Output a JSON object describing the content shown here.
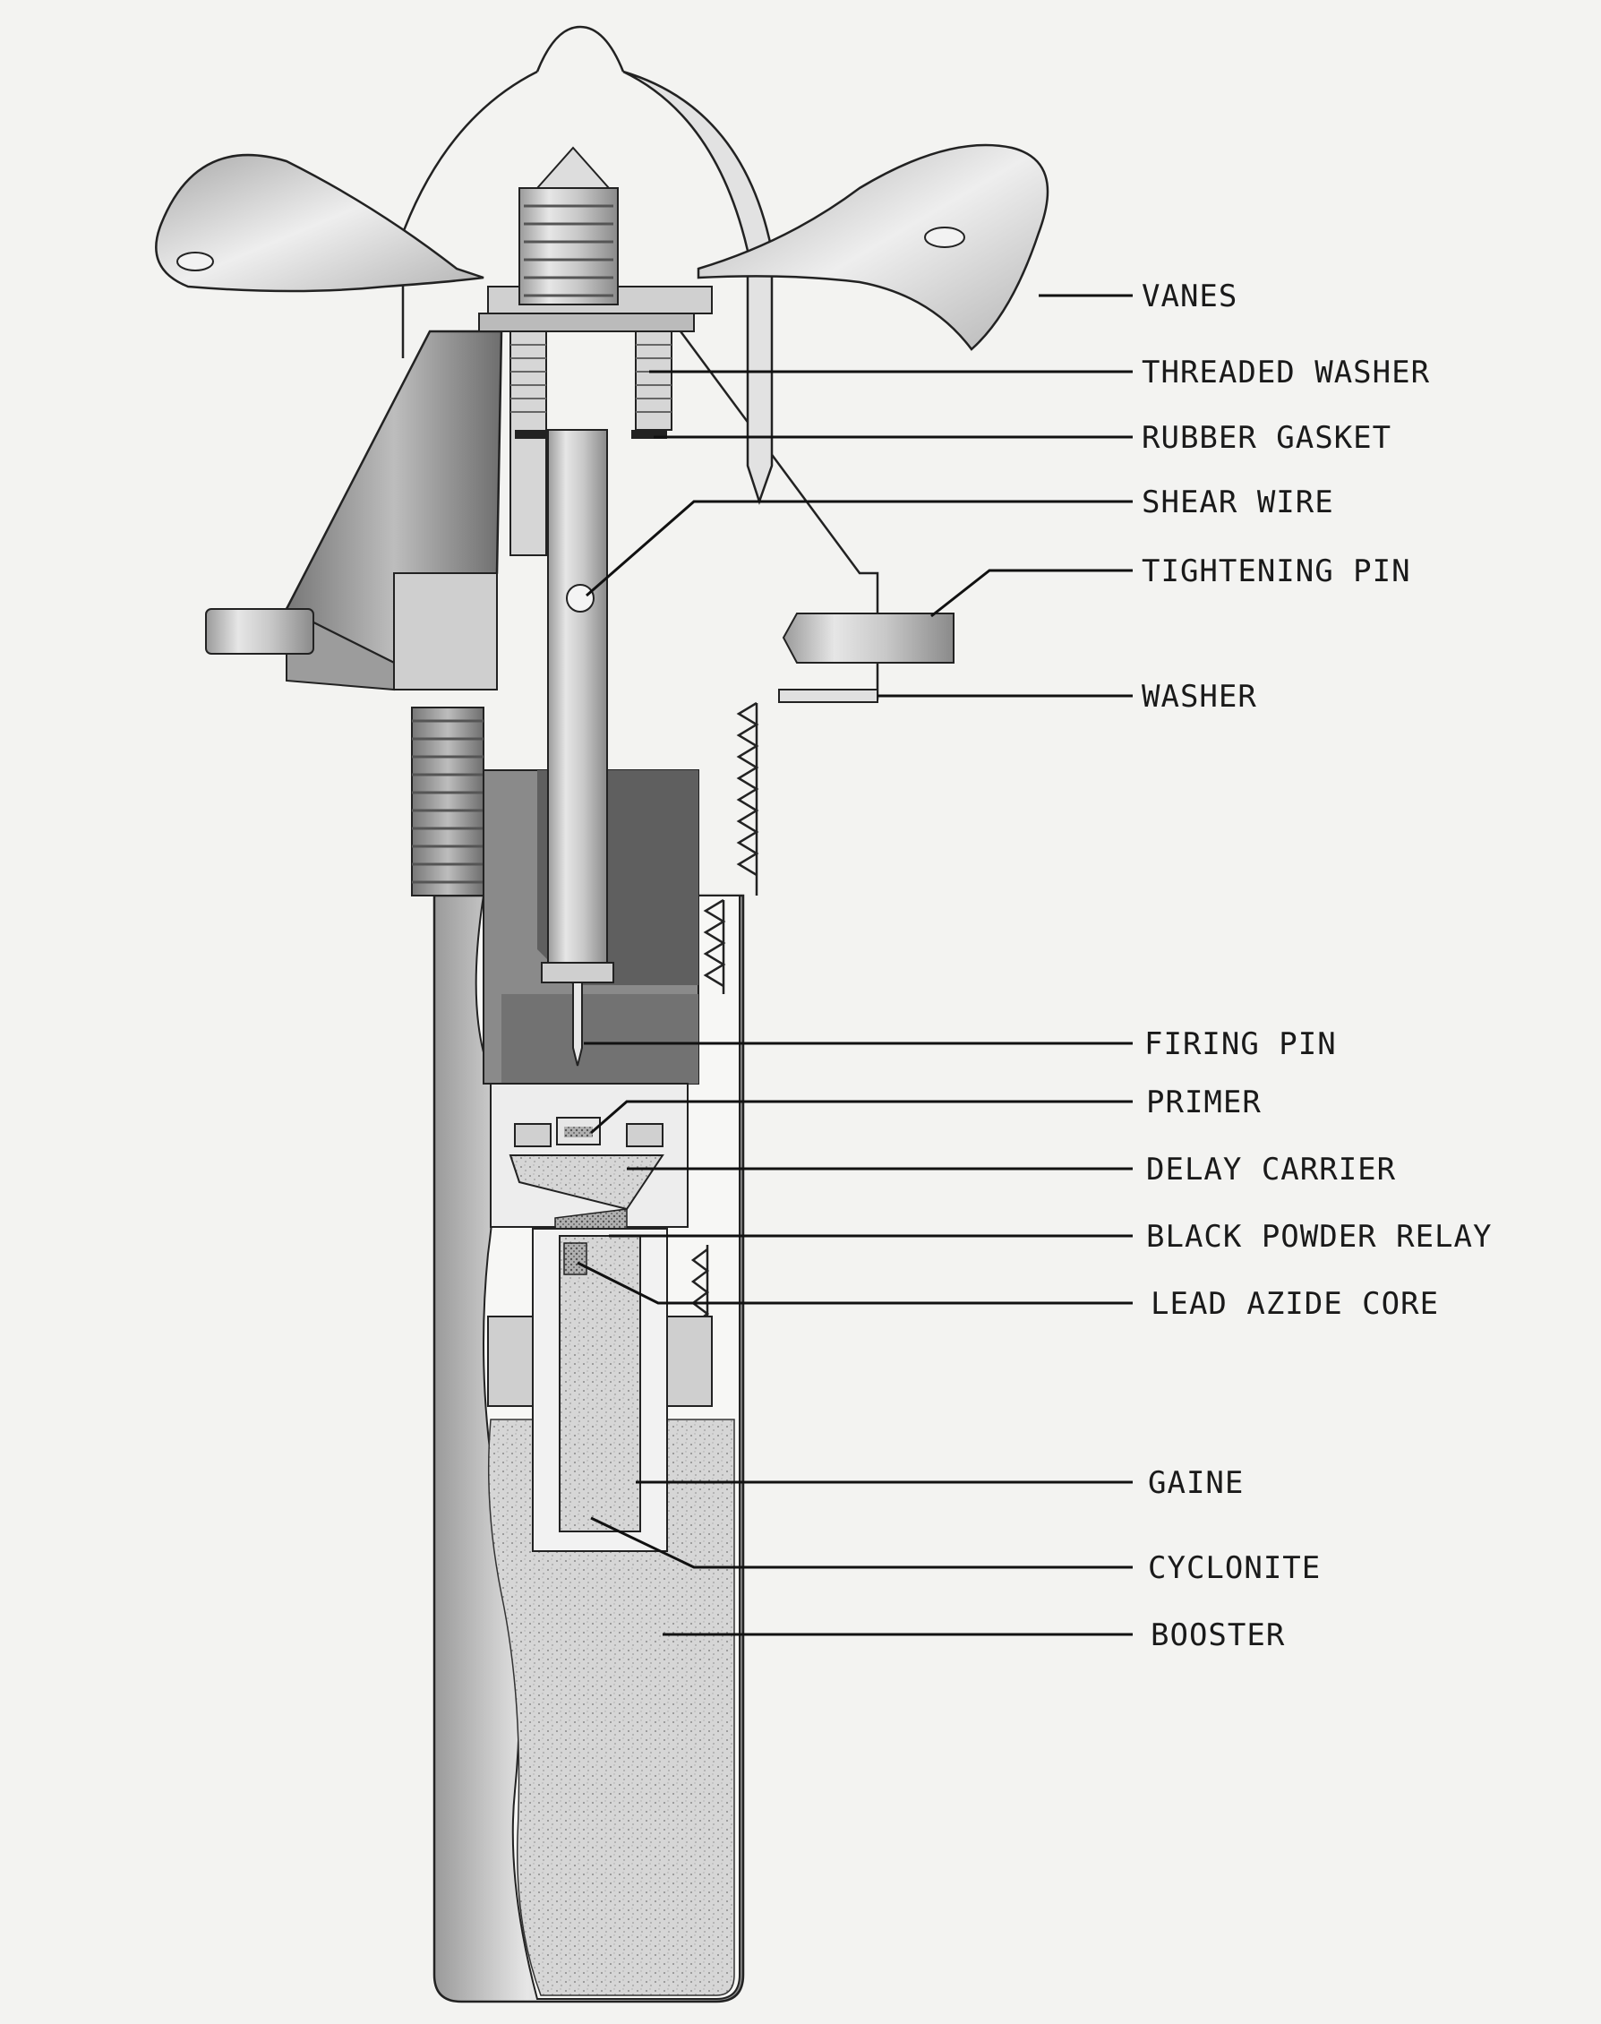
{
  "diagram": {
    "callouts": [
      {
        "id": "vanes",
        "label": "VANES"
      },
      {
        "id": "threaded-washer",
        "label": "THREADED WASHER"
      },
      {
        "id": "rubber-gasket",
        "label": "RUBBER GASKET"
      },
      {
        "id": "shear-wire",
        "label": "SHEAR WIRE"
      },
      {
        "id": "tightening-pin",
        "label": "TIGHTENING PIN"
      },
      {
        "id": "washer",
        "label": "WASHER"
      },
      {
        "id": "firing-pin",
        "label": "FIRING PIN"
      },
      {
        "id": "primer",
        "label": "PRIMER"
      },
      {
        "id": "delay-carrier",
        "label": "DELAY CARRIER"
      },
      {
        "id": "black-powder-relay",
        "label": "BLACK POWDER RELAY"
      },
      {
        "id": "lead-azide-core",
        "label": "LEAD AZIDE CORE"
      },
      {
        "id": "gaine",
        "label": "GAINE"
      },
      {
        "id": "cyclonite",
        "label": "CYCLONITE"
      },
      {
        "id": "booster",
        "label": "BOOSTER"
      }
    ]
  }
}
